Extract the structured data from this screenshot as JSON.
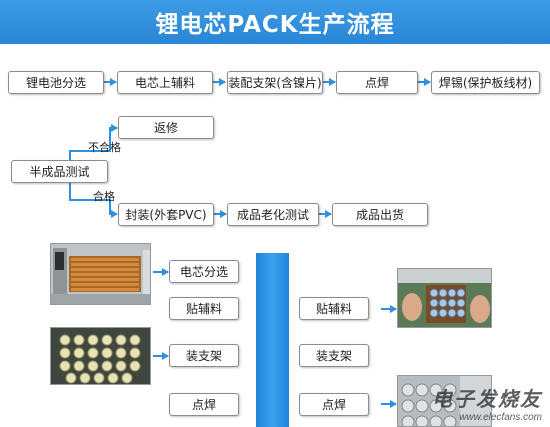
{
  "header": {
    "title": "锂电芯PACK生产流程"
  },
  "flow_top": [
    "锂电池分选",
    "电芯上辅料",
    "装配支架(含镍片)",
    "点焊",
    "焊锡(保护板线材)"
  ],
  "test": {
    "label": "半成品测试",
    "fail_label": "不合格",
    "pass_label": "合格",
    "rework": "返修"
  },
  "flow_bottom": [
    "封装(外套PVC)",
    "成品老化测试",
    "成品出货"
  ],
  "left_steps": [
    "电芯分选",
    "贴辅料",
    "装支架",
    "点焊"
  ],
  "right_steps": [
    "贴辅料",
    "装支架",
    "点焊"
  ],
  "watermark": {
    "cn": "电子发烧友",
    "en": "www.elecfans.com"
  },
  "colors": {
    "header": "#2a86d6",
    "arrow": "#2f8fe0",
    "bar": "#2a8fe0"
  }
}
